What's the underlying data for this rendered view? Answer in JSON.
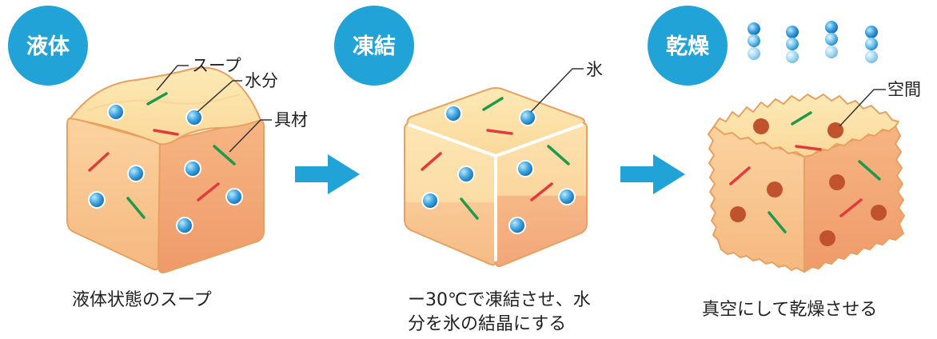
{
  "colors": {
    "badge": "#21a3d8",
    "arrow": "#21a3d8",
    "block_top": "#fce3a6",
    "block_side_left": "#f9c58f",
    "block_side_right": "#f3a678",
    "block_outline": "#e8a060",
    "water_drop": "#2c8ed0",
    "air_space": "#c0532e",
    "ingredient_red": "#e23b3b",
    "ingredient_green": "#1f9a4a",
    "ice_line": "#ffffff"
  },
  "stages": [
    {
      "badge": "液体",
      "callouts": [
        "スープ",
        "水分",
        "具材"
      ],
      "caption_lines": [
        "液体状態のスープ"
      ]
    },
    {
      "badge": "凍結",
      "callouts": [
        "氷"
      ],
      "caption_lines": [
        "ー30℃で凍結させ、水",
        "分を氷の結晶にする"
      ]
    },
    {
      "badge": "乾燥",
      "callouts": [
        "空間"
      ],
      "caption_lines": [
        "真空にして乾燥させる"
      ]
    }
  ],
  "icons": {
    "stage_arrow": "right-arrow-icon",
    "vapor": "water-vapor-icon",
    "water_drop": "water-droplet-icon",
    "air_space": "air-space-icon"
  }
}
